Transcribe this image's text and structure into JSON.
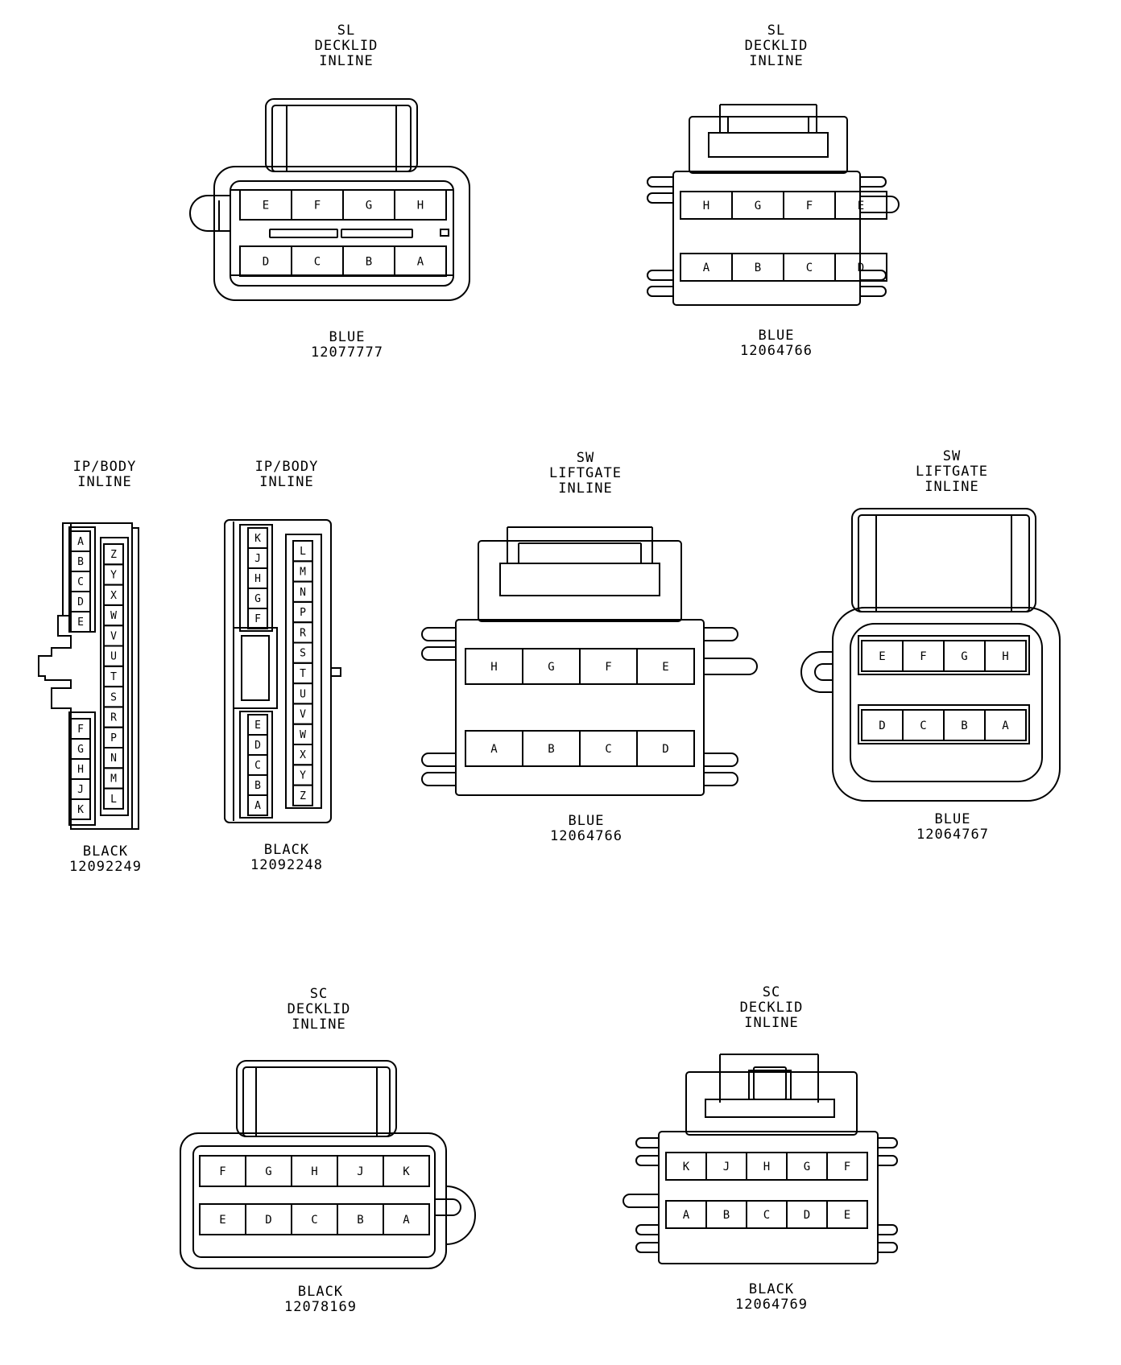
{
  "colors": {
    "line": "#000000",
    "background": "#ffffff"
  },
  "connectors": [
    {
      "id": "sl-decklid-a",
      "title": [
        "SL",
        "DECKLID",
        "INLINE"
      ],
      "color": "BLUE",
      "part": "12077777",
      "top_row": [
        "E",
        "F",
        "G",
        "H"
      ],
      "bottom_row": [
        "D",
        "C",
        "B",
        "A"
      ]
    },
    {
      "id": "sl-decklid-b",
      "title": [
        "SL",
        "DECKLID",
        "INLINE"
      ],
      "color": "BLUE",
      "part": "12064766",
      "top_row": [
        "H",
        "G",
        "F",
        "E"
      ],
      "bottom_row": [
        "A",
        "B",
        "C",
        "D"
      ]
    },
    {
      "id": "ip-body-a",
      "title": [
        "IP/BODY",
        "INLINE"
      ],
      "color": "BLACK",
      "part": "12092249",
      "left_upper": [
        "A",
        "B",
        "C",
        "D",
        "E"
      ],
      "left_lower": [
        "F",
        "G",
        "H",
        "J",
        "K"
      ],
      "right_col": [
        "Z",
        "Y",
        "X",
        "W",
        "V",
        "U",
        "T",
        "S",
        "R",
        "P",
        "N",
        "M",
        "L"
      ]
    },
    {
      "id": "ip-body-b",
      "title": [
        "IP/BODY",
        "INLINE"
      ],
      "color": "BLACK",
      "part": "12092248",
      "left_upper": [
        "K",
        "J",
        "H",
        "G",
        "F"
      ],
      "left_lower": [
        "E",
        "D",
        "C",
        "B",
        "A"
      ],
      "right_col": [
        "L",
        "M",
        "N",
        "P",
        "R",
        "S",
        "T",
        "U",
        "V",
        "W",
        "X",
        "Y",
        "Z"
      ]
    },
    {
      "id": "sw-liftgate-a",
      "title": [
        "SW",
        "LIFTGATE",
        "INLINE"
      ],
      "color": "BLUE",
      "part": "12064766",
      "top_row": [
        "H",
        "G",
        "F",
        "E"
      ],
      "bottom_row": [
        "A",
        "B",
        "C",
        "D"
      ]
    },
    {
      "id": "sw-liftgate-b",
      "title": [
        "SW",
        "LIFTGATE",
        "INLINE"
      ],
      "color": "BLUE",
      "part": "12064767",
      "top_row": [
        "E",
        "F",
        "G",
        "H"
      ],
      "bottom_row": [
        "D",
        "C",
        "B",
        "A"
      ]
    },
    {
      "id": "sc-decklid-a",
      "title": [
        "SC",
        "DECKLID",
        "INLINE"
      ],
      "color": "BLACK",
      "part": "12078169",
      "top_row": [
        "F",
        "G",
        "H",
        "J",
        "K"
      ],
      "bottom_row": [
        "E",
        "D",
        "C",
        "B",
        "A"
      ]
    },
    {
      "id": "sc-decklid-b",
      "title": [
        "SC",
        "DECKLID",
        "INLINE"
      ],
      "color": "BLACK",
      "part": "12064769",
      "top_row": [
        "K",
        "J",
        "H",
        "G",
        "F"
      ],
      "bottom_row": [
        "A",
        "B",
        "C",
        "D",
        "E"
      ]
    }
  ]
}
